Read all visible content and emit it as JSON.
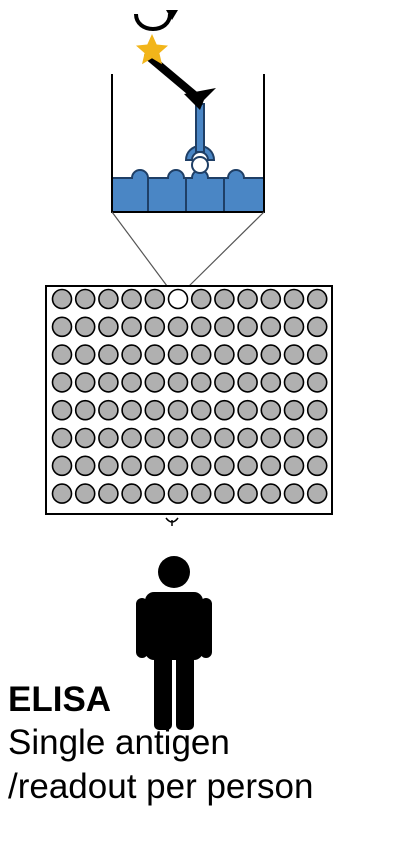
{
  "caption": {
    "title": "ELISA",
    "line1": "Single antigen",
    "line2": "/readout per person"
  },
  "plate": {
    "rows": 8,
    "columns": 12,
    "highlighted_well": {
      "row": 1,
      "column": 6
    }
  },
  "colors": {
    "well_fill": "#b0b0b0",
    "well_highlight": "#ffffff",
    "antigen_blue": "#4a86c5",
    "star": "#f2b51a",
    "outline": "#000000"
  },
  "icons": [
    "rotate-arrow-icon",
    "star-icon",
    "antibody-icon",
    "person-icon"
  ]
}
